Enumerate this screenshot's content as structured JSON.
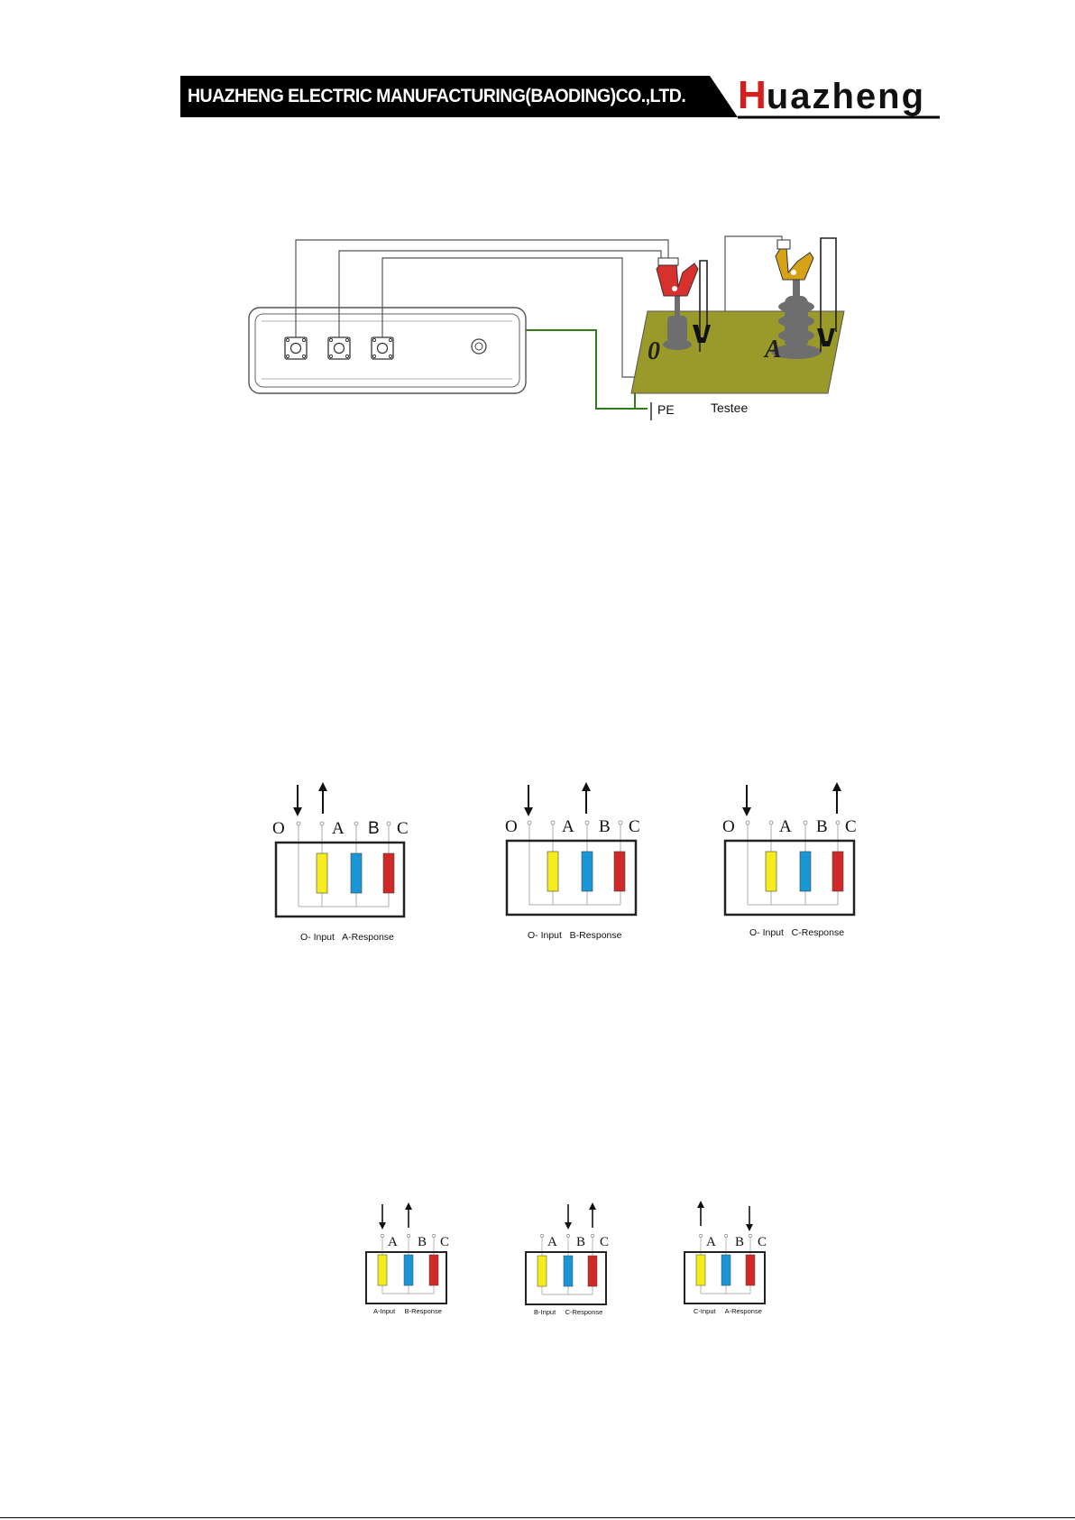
{
  "header": {
    "company": "HUAZHENG ELECTRIC MANUFACTURING(BAODING)CO.,LTD.",
    "brand_initial": "H",
    "brand_rest": "uazheng"
  },
  "wiring": {
    "pe_label": "PE",
    "testee_label": "Testee",
    "terminal_o": "0",
    "terminal_a": "A"
  },
  "colors": {
    "yellow": "#f4ec1c",
    "blue": "#1a96d4",
    "red": "#d02a28",
    "board": "#9a9a2a",
    "clamp_red": "#d8302c",
    "clamp_yellow": "#d8a218",
    "ground_wire": "#2e7d1a",
    "header_black": "#000000"
  },
  "row1": {
    "terminals": [
      "O",
      "A",
      "B",
      "C"
    ],
    "captions": [
      "O- Input   A-Response",
      "O- Input   B-Response",
      "O- Input   C-Response"
    ]
  },
  "row2": {
    "terminals": [
      "A",
      "B",
      "C"
    ],
    "captions": [
      "A-Input     B-Response",
      "B-Input     C-Response",
      "C-Input     A-Response"
    ]
  }
}
